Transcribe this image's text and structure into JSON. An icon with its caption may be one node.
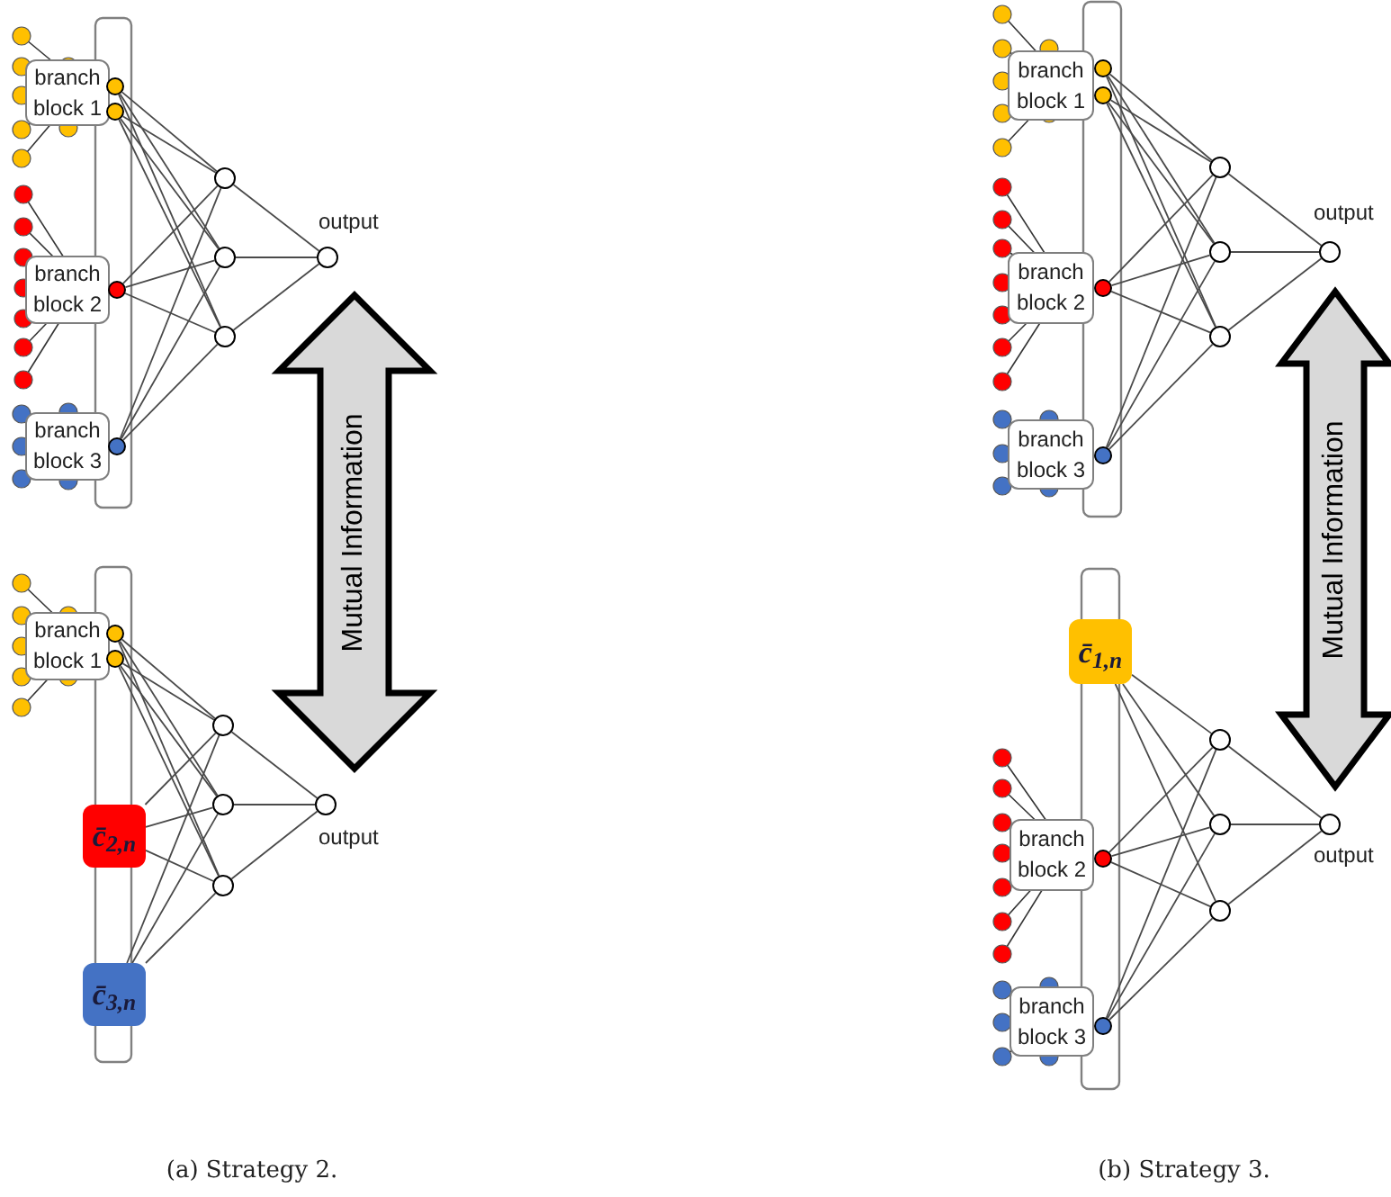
{
  "diagram": {
    "nodes": [
      {
        "text": [
          "branch block 1"
        ]
      },
      {
        "text": [],
        "shape": "circle"
      },
      {
        "text": [],
        "shape": "circle"
      },
      {
        "text": [
          "branch block 2"
        ]
      },
      {
        "text": [],
        "shape": "circle"
      },
      {
        "text": [
          "branch block 3"
        ]
      },
      {
        "text": [],
        "shape": "circle"
      },
      {
        "text": [],
        "shape": "circle"
      },
      {
        "text": [],
        "shape": "circle"
      },
      {
        "text": [],
        "shape": "circle"
      },
      {
        "text": [],
        "shape": "circle",
        "beside": [
          "output"
        ]
      },
      {
        "text": [
          "branch block 1"
        ]
      },
      {
        "text": [],
        "shape": "circle"
      },
      {
        "text": [],
        "shape": "circle"
      },
      {
        "text": [
          "c̄$_{2,n}$"
        ]
      },
      {
        "text": [
          "c̄$_{3,n}$"
        ]
      },
      {
        "text": [],
        "shape": "circle"
      },
      {
        "text": [],
        "shape": "circle"
      },
      {
        "text": [],
        "shape": "circle"
      },
      {
        "text": [],
        "shape": "circle",
        "beside": [
          "output"
        ]
      },
      {
        "text": [
          "branch block 1"
        ]
      },
      {
        "text": [],
        "shape": "circle"
      },
      {
        "text": [],
        "shape": "circle"
      },
      {
        "text": [
          "branch block 2"
        ]
      },
      {
        "text": [],
        "shape": "circle"
      },
      {
        "text": [
          "branch block 3"
        ]
      },
      {
        "text": [],
        "shape": "circle"
      },
      {
        "text": [],
        "shape": "circle"
      },
      {
        "text": [],
        "shape": "circle"
      },
      {
        "text": [],
        "shape": "circle"
      },
      {
        "text": [],
        "shape": "circle",
        "beside": [
          "output"
        ]
      },
      {
        "text": [
          "c̄$_{1,n}$"
        ]
      },
      {
        "text": [
          "branch block 2"
        ]
      },
      {
        "text": [],
        "shape": "circle"
      },
      {
        "text": [
          "branch block 3"
        ]
      },
      {
        "text": [],
        "shape": "circle"
      },
      {
        "text": [],
        "shape": "circle"
      },
      {
        "text": [],
        "shape": "circle"
      },
      {
        "text": [],
        "shape": "circle"
      },
      {
        "text": [],
        "shape": "circle",
        "beside": [
          "output"
        ]
      }
    ],
    "edges": [
      {
        "from": 1,
        "to": 7,
        "arrow": "none"
      },
      {
        "from": 1,
        "to": 8,
        "arrow": "none"
      },
      {
        "from": 1,
        "to": 9,
        "arrow": "none"
      },
      {
        "from": 2,
        "to": 7,
        "arrow": "none"
      },
      {
        "from": 2,
        "to": 8,
        "arrow": "none"
      },
      {
        "from": 2,
        "to": 9,
        "arrow": "none"
      },
      {
        "from": 4,
        "to": 7,
        "arrow": "none"
      },
      {
        "from": 4,
        "to": 8,
        "arrow": "none"
      },
      {
        "from": 4,
        "to": 9,
        "arrow": "none"
      },
      {
        "from": 6,
        "to": 7,
        "arrow": "none"
      },
      {
        "from": 6,
        "to": 8,
        "arrow": "none"
      },
      {
        "from": 6,
        "to": 9,
        "arrow": "none"
      },
      {
        "from": 7,
        "to": 10,
        "arrow": "none"
      },
      {
        "from": 8,
        "to": 10,
        "arrow": "none"
      },
      {
        "from": 9,
        "to": 10,
        "arrow": "none"
      },
      {
        "from": 12,
        "to": 16,
        "arrow": "none"
      },
      {
        "from": 12,
        "to": 17,
        "arrow": "none"
      },
      {
        "from": 12,
        "to": 18,
        "arrow": "none"
      },
      {
        "from": 13,
        "to": 16,
        "arrow": "none"
      },
      {
        "from": 13,
        "to": 17,
        "arrow": "none"
      },
      {
        "from": 13,
        "to": 18,
        "arrow": "none"
      },
      {
        "from": 14,
        "to": 16,
        "arrow": "none"
      },
      {
        "from": 14,
        "to": 17,
        "arrow": "none"
      },
      {
        "from": 14,
        "to": 18,
        "arrow": "none"
      },
      {
        "from": 15,
        "to": 16,
        "arrow": "none"
      },
      {
        "from": 15,
        "to": 17,
        "arrow": "none"
      },
      {
        "from": 15,
        "to": 18,
        "arrow": "none"
      },
      {
        "from": 16,
        "to": 19,
        "arrow": "none"
      },
      {
        "from": 17,
        "to": 19,
        "arrow": "none"
      },
      {
        "from": 18,
        "to": 19,
        "arrow": "none"
      },
      {
        "from": 21,
        "to": 27,
        "arrow": "none"
      },
      {
        "from": 21,
        "to": 28,
        "arrow": "none"
      },
      {
        "from": 21,
        "to": 29,
        "arrow": "none"
      },
      {
        "from": 22,
        "to": 27,
        "arrow": "none"
      },
      {
        "from": 22,
        "to": 28,
        "arrow": "none"
      },
      {
        "from": 22,
        "to": 29,
        "arrow": "none"
      },
      {
        "from": 24,
        "to": 27,
        "arrow": "none"
      },
      {
        "from": 24,
        "to": 28,
        "arrow": "none"
      },
      {
        "from": 24,
        "to": 29,
        "arrow": "none"
      },
      {
        "from": 26,
        "to": 27,
        "arrow": "none"
      },
      {
        "from": 26,
        "to": 28,
        "arrow": "none"
      },
      {
        "from": 26,
        "to": 29,
        "arrow": "none"
      },
      {
        "from": 27,
        "to": 30,
        "arrow": "none"
      },
      {
        "from": 28,
        "to": 30,
        "arrow": "none"
      },
      {
        "from": 29,
        "to": 30,
        "arrow": "none"
      },
      {
        "from": 31,
        "to": 36,
        "arrow": "none"
      },
      {
        "from": 31,
        "to": 37,
        "arrow": "none"
      },
      {
        "from": 31,
        "to": 38,
        "arrow": "none"
      },
      {
        "from": 33,
        "to": 36,
        "arrow": "none"
      },
      {
        "from": 33,
        "to": 37,
        "arrow": "none"
      },
      {
        "from": 33,
        "to": 38,
        "arrow": "none"
      },
      {
        "from": 35,
        "to": 36,
        "arrow": "none"
      },
      {
        "from": 35,
        "to": 37,
        "arrow": "none"
      },
      {
        "from": 35,
        "to": 38,
        "arrow": "none"
      },
      {
        "from": 36,
        "to": 39,
        "arrow": "none"
      },
      {
        "from": 37,
        "to": 39,
        "arrow": "none"
      },
      {
        "from": 38,
        "to": 39,
        "arrow": "none"
      },
      {
        "from": 10,
        "to": 19,
        "arrow": "both",
        "label": "Mutual Information",
        "style": "thick"
      },
      {
        "from": 30,
        "to": 39,
        "arrow": "both",
        "label": "Mutual Information",
        "style": "thick"
      }
    ],
    "labels": [
      "(a) Strategy 2.",
      "(b) Strategy 3."
    ]
  }
}
